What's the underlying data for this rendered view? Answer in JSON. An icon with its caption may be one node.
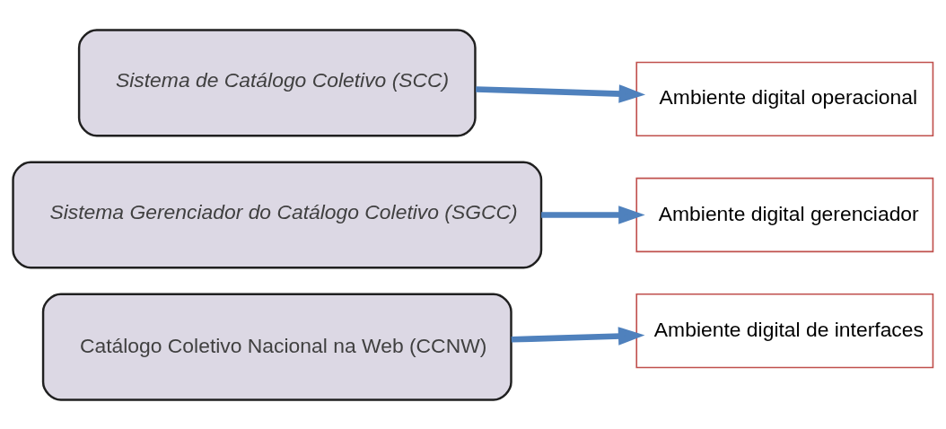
{
  "diagram": {
    "nodes": [
      {
        "text": [
          "Sistema de Catálogo Coletivo (SCC)"
        ]
      },
      {
        "text": [
          "Sistema Gerenciador do Catálogo Coletivo (SGCC)"
        ]
      },
      {
        "text": [
          "Catálogo Coletivo Nacional na Web (CCNW)"
        ]
      },
      {
        "text": [
          "Ambiente digital operacional"
        ]
      },
      {
        "text": [
          "Ambiente digital gerenciador"
        ]
      },
      {
        "text": [
          "Ambiente digital de interfaces"
        ]
      }
    ],
    "edges": [
      {
        "from": 0,
        "to": 3,
        "arrow": "to"
      },
      {
        "from": 1,
        "to": 4,
        "arrow": "to"
      },
      {
        "from": 2,
        "to": 5,
        "arrow": "to"
      }
    ]
  }
}
